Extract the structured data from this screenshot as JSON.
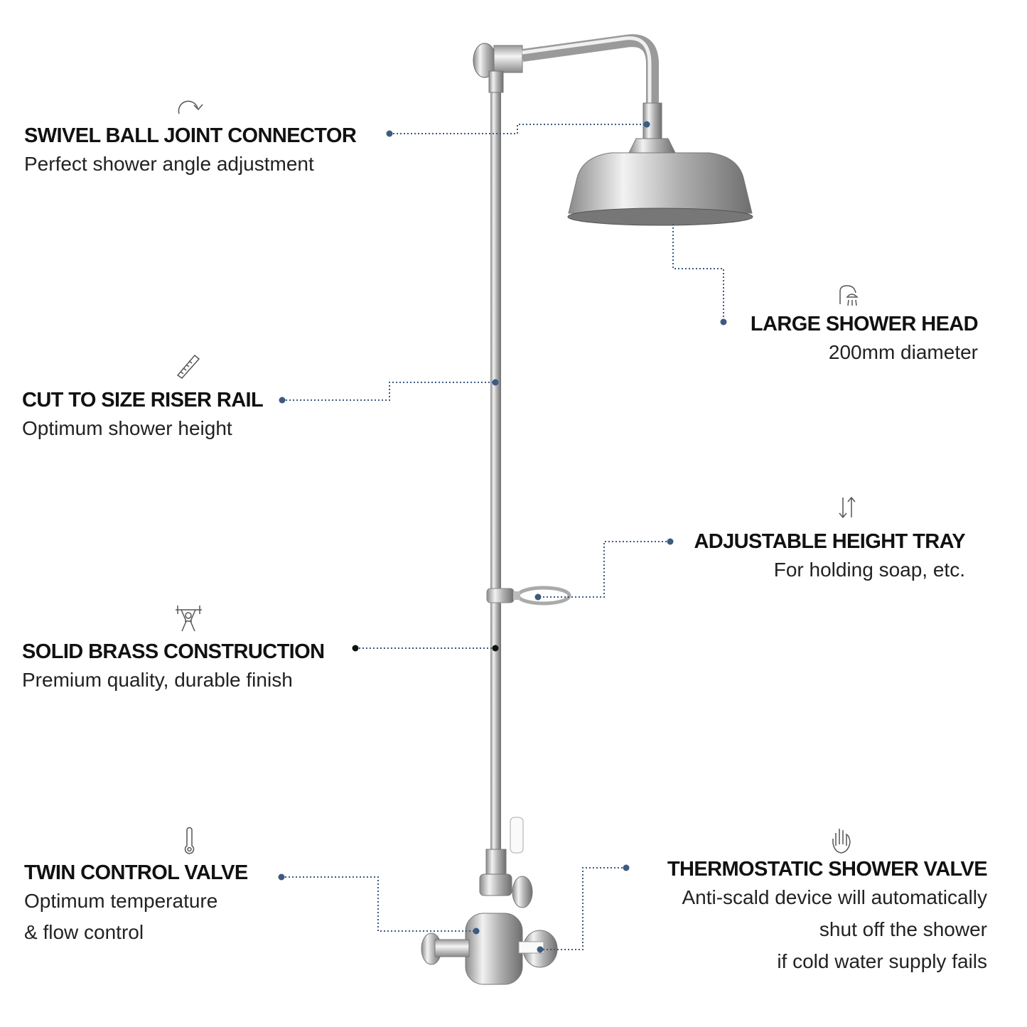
{
  "accent_color": "#3d5a80",
  "features": [
    {
      "id": "swivel",
      "icon": "rotate-arrow-icon",
      "title": "SWIVEL BALL JOINT CONNECTOR",
      "lines": [
        "Perfect shower angle adjustment"
      ]
    },
    {
      "id": "head",
      "icon": "shower-head-icon",
      "title": "LARGE SHOWER HEAD",
      "lines": [
        "200mm diameter"
      ]
    },
    {
      "id": "rail",
      "icon": "saw-icon",
      "title": "CUT TO SIZE RISER RAIL",
      "lines": [
        "Optimum shower height"
      ]
    },
    {
      "id": "tray",
      "icon": "up-down-arrows-icon",
      "title": "ADJUSTABLE HEIGHT TRAY",
      "lines": [
        "For holding soap, etc."
      ]
    },
    {
      "id": "brass",
      "icon": "weightlifter-icon",
      "title": "SOLID BRASS CONSTRUCTION",
      "lines": [
        "Premium quality, durable finish"
      ]
    },
    {
      "id": "twin",
      "icon": "thermometer-icon",
      "title": "TWIN CONTROL VALVE",
      "lines": [
        "Optimum temperature",
        "& flow control"
      ]
    },
    {
      "id": "thermo",
      "icon": "hand-icon",
      "title": "THERMOSTATIC SHOWER VALVE",
      "lines": [
        "Anti-scald device will automatically",
        "shut off the shower",
        "if cold water supply fails"
      ]
    }
  ]
}
